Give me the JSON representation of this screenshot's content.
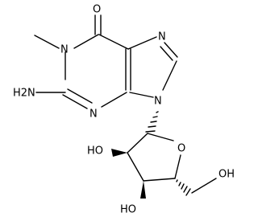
{
  "labels": {
    "o_carbonyl": "O",
    "n1": "N",
    "n7": "N",
    "n3": "N",
    "n9": "N",
    "nh2": "H2N",
    "o_ring": "O",
    "oh_2": "HO",
    "oh_3": "HO",
    "oh_5": "OH"
  }
}
